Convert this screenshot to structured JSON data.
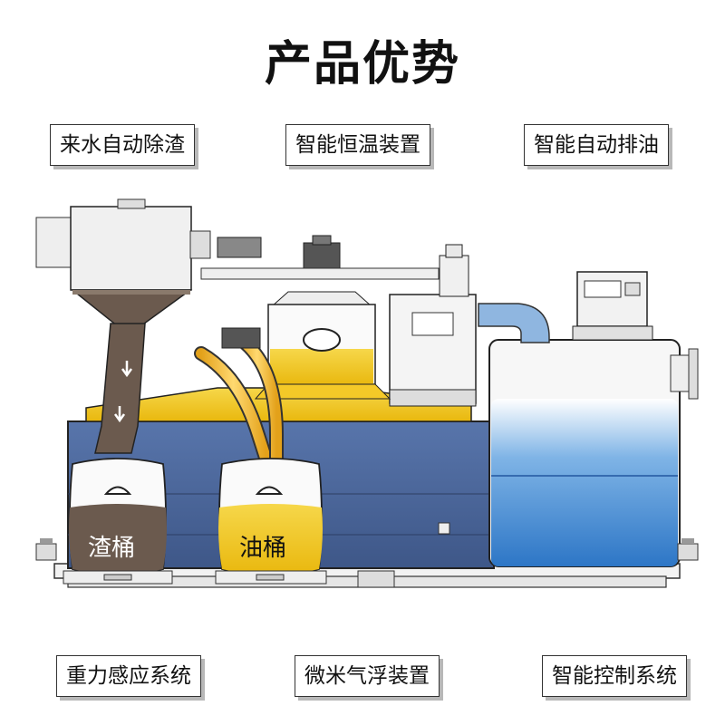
{
  "title": "产品优势",
  "features_top": [
    "来水自动除渣",
    "智能恒温装置",
    "智能自动排油"
  ],
  "features_bottom": [
    "重力感应系统",
    "微米气浮装置",
    "智能控制系统"
  ],
  "bins": {
    "slag": "渣桶",
    "oil": "油桶"
  },
  "colors": {
    "tank": "#49659b",
    "water": "#2f7fd0",
    "oil": "#f2c51a",
    "sludge": "#6b5a4e",
    "pipe": "#f0b82a"
  }
}
